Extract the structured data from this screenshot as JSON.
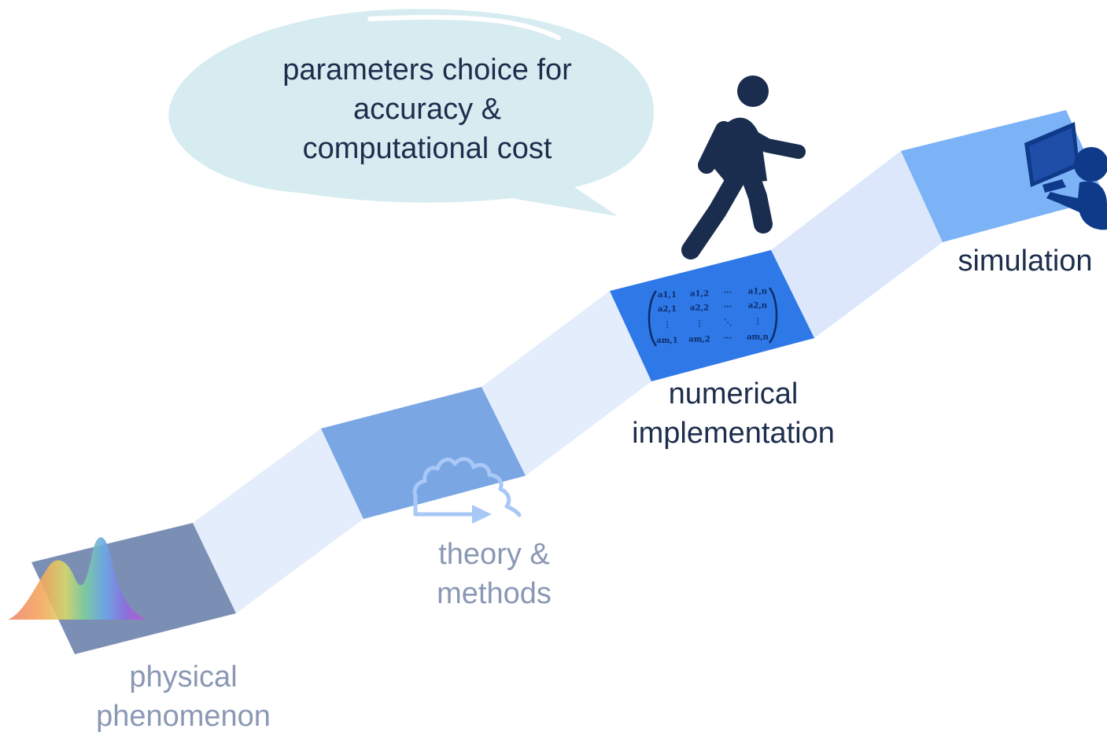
{
  "bubble": {
    "lines": [
      "parameters choice for",
      "accuracy &",
      "computational cost"
    ]
  },
  "steps": [
    {
      "id": "physical-phenomenon",
      "lines": [
        "physical",
        "phenomenon"
      ],
      "color": "#7b8fb5",
      "text_color": "#8a98b4"
    },
    {
      "id": "theory-methods",
      "lines": [
        "theory &",
        "methods"
      ],
      "color": "#7aa6e4",
      "text_color": "#8a98b4"
    },
    {
      "id": "numerical-implementation",
      "lines": [
        "numerical",
        "implementation"
      ],
      "color": "#2e78e8",
      "text_color": "#1d2e4c"
    },
    {
      "id": "simulation",
      "lines": [
        "simulation"
      ],
      "color": "#7cb2f6",
      "text_color": "#1d2e4c"
    }
  ],
  "matrix": {
    "rows": [
      [
        "a1,1",
        "a1,2",
        "···",
        "a1,n"
      ],
      [
        "a2,1",
        "a2,2",
        "···",
        "a2,n"
      ],
      [
        "⋮",
        "⋮",
        "⋱",
        "⋮"
      ],
      [
        "am,1",
        "am,2",
        "···",
        "am,n"
      ]
    ]
  },
  "icons": [
    "spectrum-icon",
    "wave-arrow-icon",
    "walking-person-icon",
    "person-at-computer-icon"
  ],
  "colors": {
    "bubble": "#d6ecf1",
    "connector": "#dfe9fb",
    "figure": "#1b2d4e",
    "monitor": "#0f3a8a"
  }
}
